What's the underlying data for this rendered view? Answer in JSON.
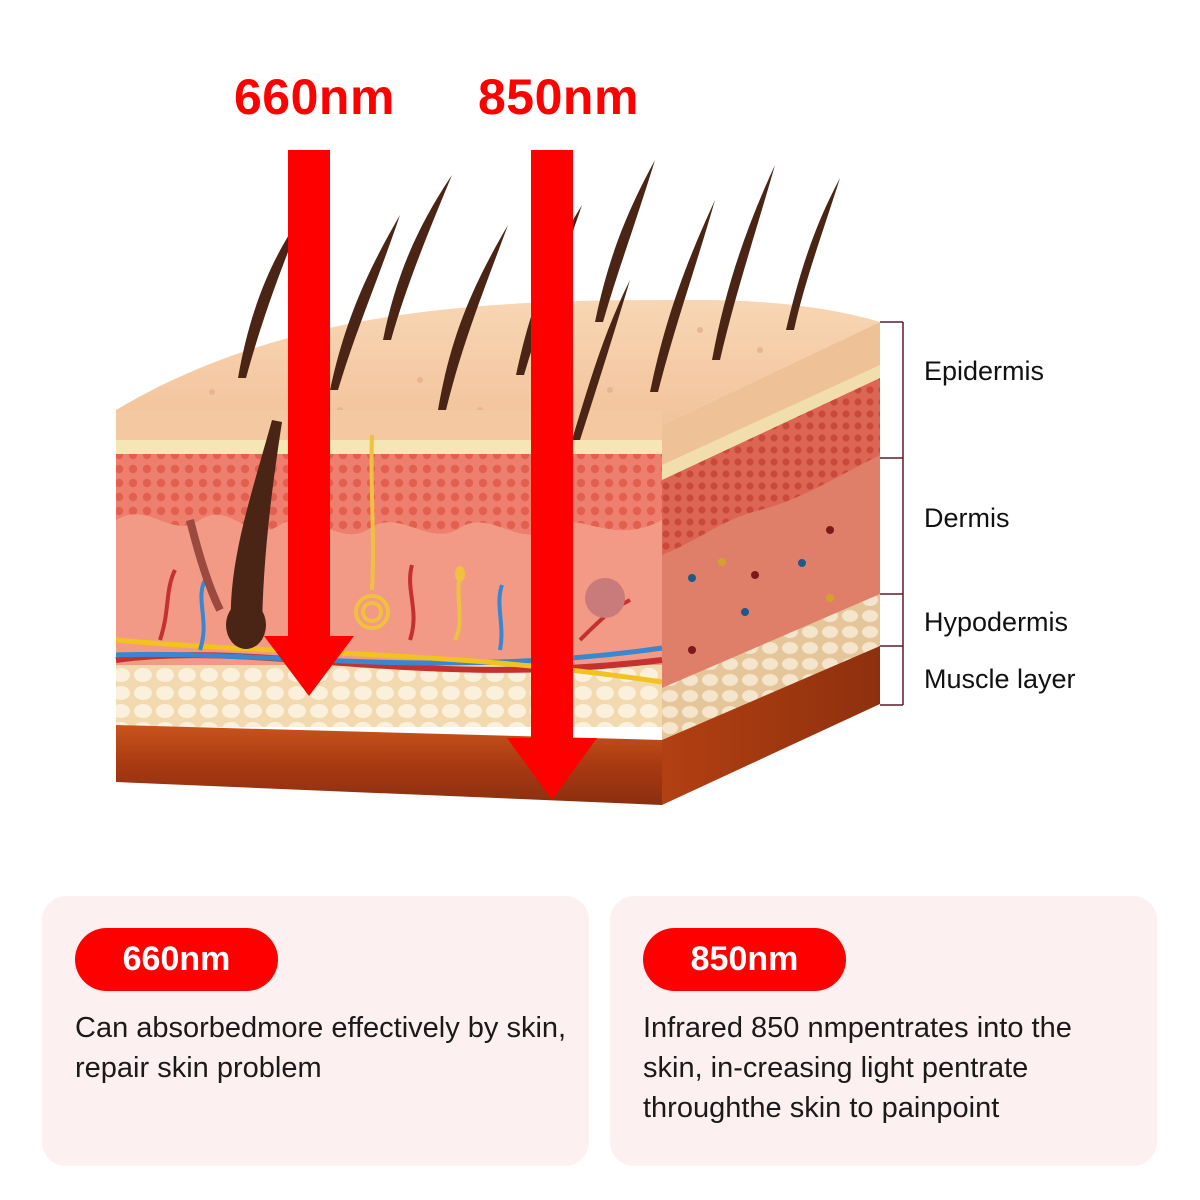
{
  "colors": {
    "accent_red": "#ff0000",
    "card_background": "#fdf0f0",
    "label_text": "#111111",
    "bracket_line": "#5a1a2a"
  },
  "wavelengths": {
    "w660": {
      "label": "660nm"
    },
    "w850": {
      "label": "850nm"
    }
  },
  "layers": [
    {
      "name": "Epidermis"
    },
    {
      "name": "Dermis"
    },
    {
      "name": "Hypodermis"
    },
    {
      "name": "Muscle layer"
    }
  ],
  "cards": [
    {
      "badge": "660nm",
      "text": "Can absorbedmore effectively by skin, repair skin problem"
    },
    {
      "badge": "850nm",
      "text": "Infrared 850 nmpentrates into the skin, in-creasing light pentrate throughthe skin to painpoint"
    }
  ]
}
